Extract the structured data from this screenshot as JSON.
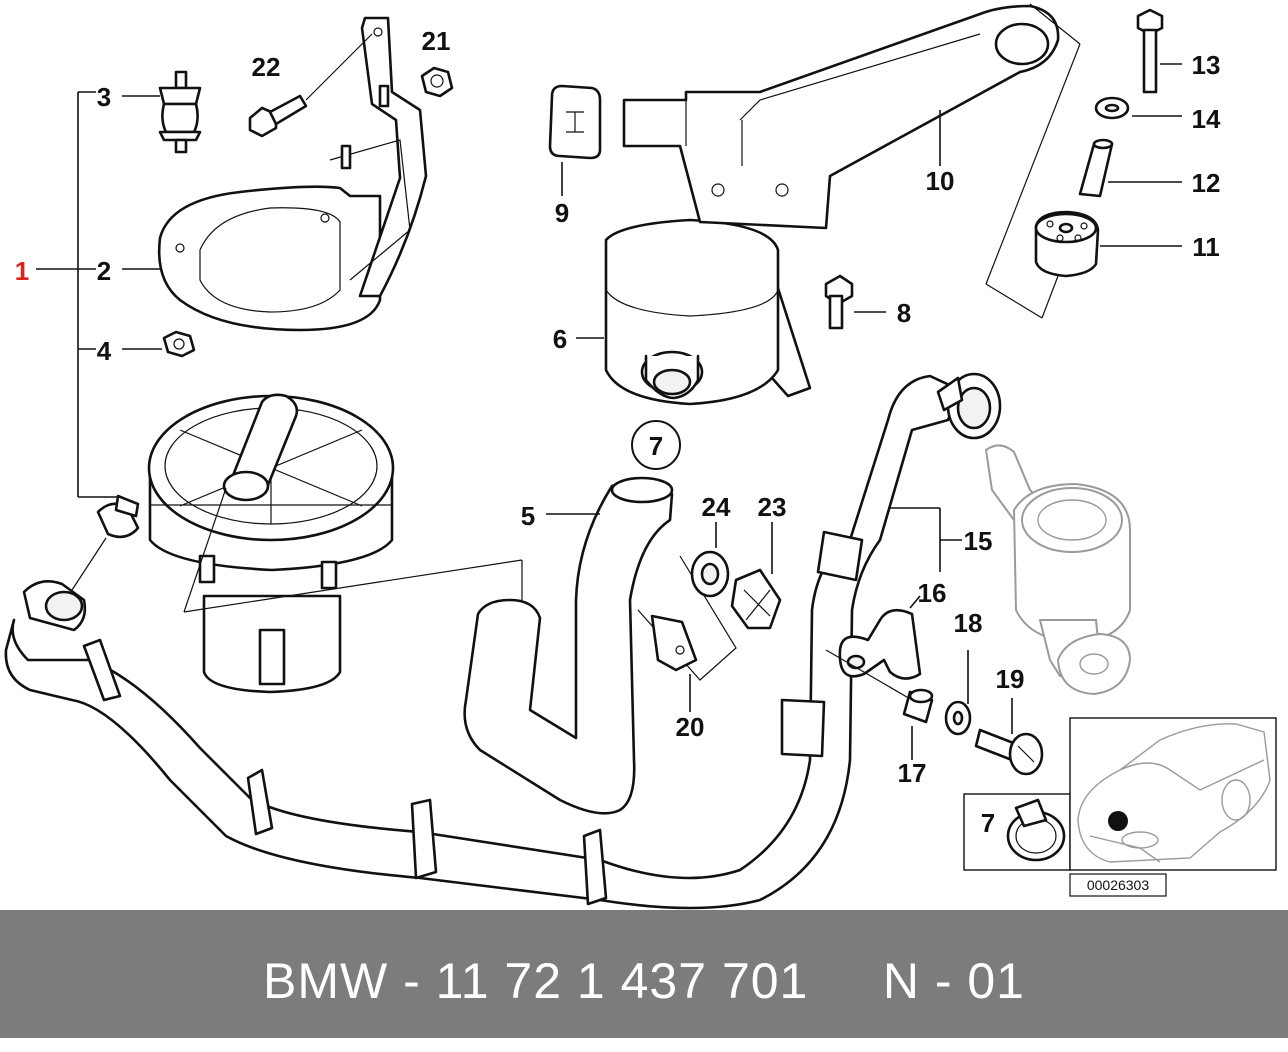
{
  "diagram": {
    "callouts": {
      "c1": "1",
      "c2": "2",
      "c3": "3",
      "c4": "4",
      "c5": "5",
      "c6": "6",
      "c7_circle": "7",
      "c7_inset": "7",
      "c8": "8",
      "c9": "9",
      "c10": "10",
      "c11": "11",
      "c12": "12",
      "c13": "13",
      "c14": "14",
      "c15": "15",
      "c16": "16",
      "c17": "17",
      "c18": "18",
      "c19": "19",
      "c20": "20",
      "c21": "21",
      "c22": "22",
      "c23": "23",
      "c24": "24"
    },
    "reference_number": "00026303",
    "highlight_color": "#e02020"
  },
  "footer": {
    "text": "BMW - 11 72 1 437 701     N - 01",
    "background": "#7c7c7c",
    "text_color": "#ffffff"
  }
}
